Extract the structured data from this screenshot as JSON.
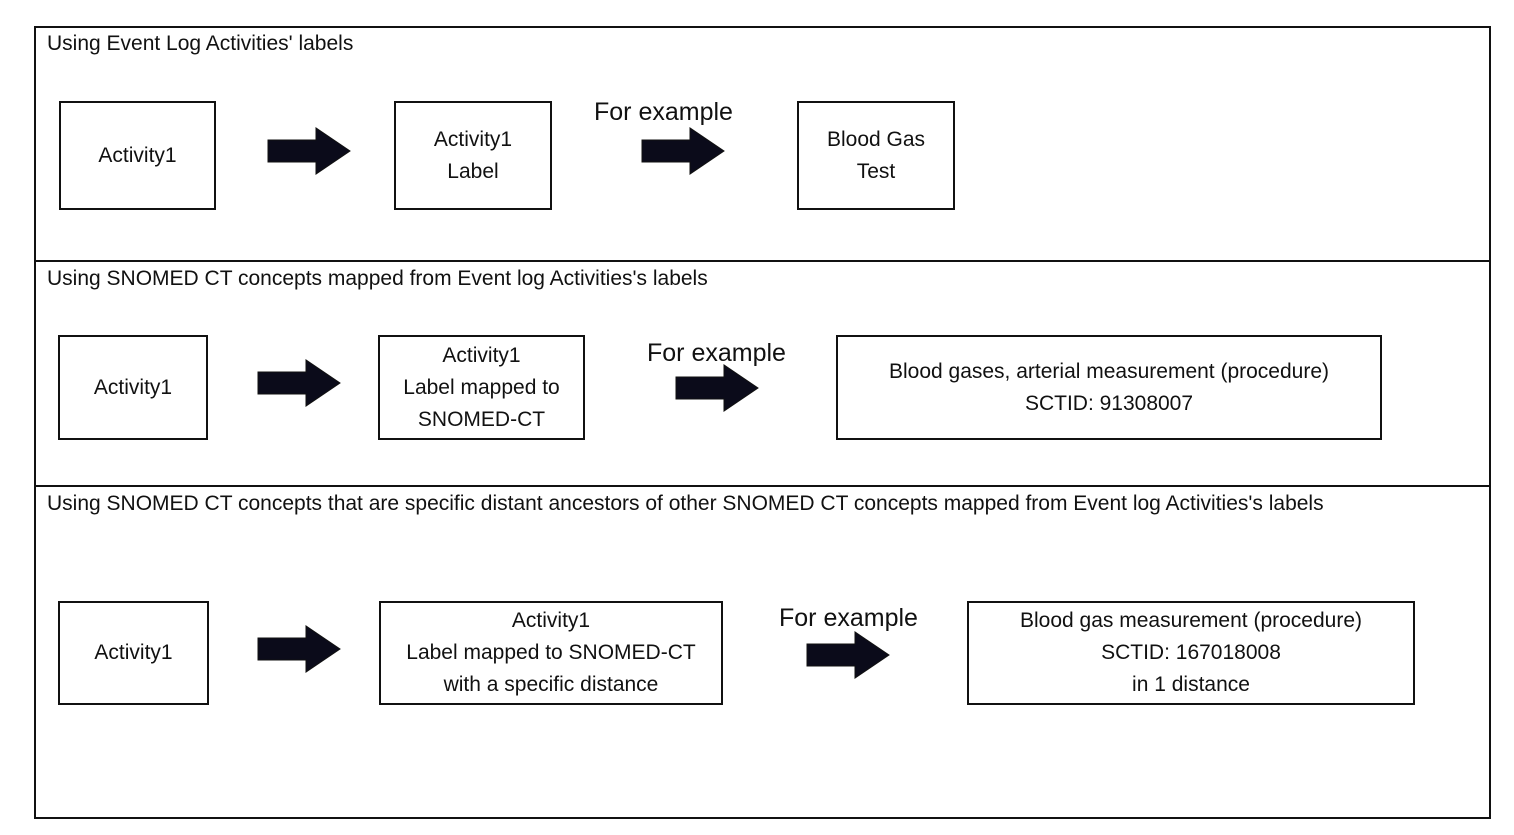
{
  "sections": [
    {
      "heading": "Using Event Log Activities' labels",
      "source_box": "Activity1",
      "label_box": "Activity1\nLabel",
      "example_label": "For example",
      "example_box": "Blood Gas\nTest"
    },
    {
      "heading": "Using SNOMED CT concepts mapped from Event log Activities's labels",
      "source_box": "Activity1",
      "label_box": "Activity1\nLabel mapped to\nSNOMED-CT",
      "example_label": "For example",
      "example_box": "Blood gases, arterial measurement (procedure)\nSCTID: 91308007"
    },
    {
      "heading": "Using SNOMED CT concepts that are specific distant ancestors of other SNOMED CT concepts mapped from Event log Activities's labels",
      "source_box": "Activity1",
      "label_box": "Activity1\nLabel mapped to SNOMED-CT\nwith a specific distance",
      "example_label": "For example",
      "example_box": "Blood gas measurement (procedure)\nSCTID: 167018008\nin 1 distance"
    }
  ],
  "colors": {
    "stroke": "#111111",
    "arrow_fill": "#0b0b1a"
  },
  "icons": {
    "arrow": "right-arrow-icon"
  }
}
